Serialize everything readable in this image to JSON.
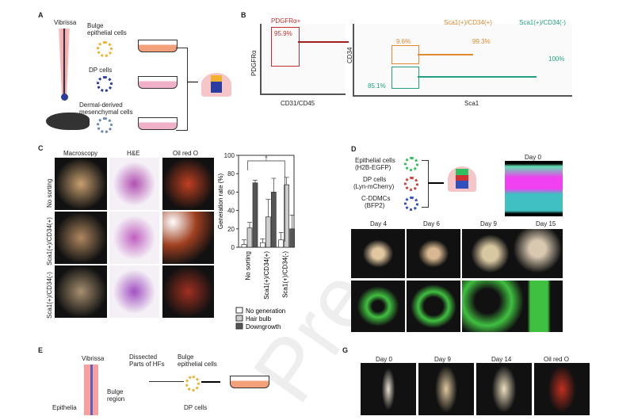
{
  "watermark": "Pre",
  "panelA": {
    "label": "A",
    "vibrissa": "Vibrissa",
    "bulge": [
      "Bulge",
      "epithelial cells"
    ],
    "dp": "DP cells",
    "dermal": [
      "Dermal-derived",
      "mesenchymal cells"
    ]
  },
  "panelB": {
    "label": "B",
    "gate1": "PDGFRα+",
    "pct1": "95.9%",
    "ylabel1": "PDGFRα",
    "xlabel1": "CD31/CD45",
    "ylabel2": "CD34",
    "xlabel2": "Sca1",
    "pctPos": "9.6%",
    "pctNeg": "85.1%",
    "sub1": "Sca1(+)/CD34(+)",
    "sub1pct": "99.3%",
    "sub2": "Sca1(+)/CD34(-)",
    "sub2pct": "100%"
  },
  "panelC": {
    "label": "C",
    "cols": [
      "Macroscopy",
      "H&E",
      "Oil red O"
    ],
    "rows": [
      "No sorting",
      "Sca1(+)/CD34(+)",
      "Sca1(+)/CD34(-)"
    ],
    "sig": "†"
  },
  "chart_data": {
    "type": "bar",
    "ylabel": "Generation rate (%)",
    "ylim": [
      0,
      100
    ],
    "yticks": [
      0,
      20,
      40,
      60,
      80,
      100
    ],
    "categories": [
      "No sorting",
      "Sca1(+)/CD34(+)",
      "Sca1(+)/CD34(-)"
    ],
    "series": [
      {
        "name": "No generation",
        "color": "#ffffff",
        "values": [
          3,
          5,
          8
        ],
        "err": [
          8,
          9,
          16
        ]
      },
      {
        "name": "Hair bulb",
        "color": "#cccccc",
        "values": [
          21,
          33,
          68
        ],
        "err": [
          27,
          52,
          76
        ]
      },
      {
        "name": "Downgrowth",
        "color": "#555555",
        "values": [
          70,
          60,
          20
        ],
        "err": [
          73,
          75,
          35
        ]
      }
    ]
  },
  "panelD": {
    "label": "D",
    "cells": [
      [
        "Epithelial cells",
        "(H2B-EGFP)"
      ],
      [
        "DP cells",
        "(Lyn-mCherry)"
      ],
      [
        "C-DDMCs",
        "(BFP2)"
      ]
    ],
    "day0": "Day 0",
    "days": [
      "Day 4",
      "Day 6",
      "Day 9",
      "Day 15"
    ]
  },
  "panelE": {
    "label": "E",
    "vibrissa": "Vibrissa",
    "dissected": [
      "Dissected",
      "Parts of HFs"
    ],
    "bulgeCells": [
      "Bulge",
      "epithelial cells"
    ],
    "bulgeRegion": [
      "Bulge",
      "region"
    ],
    "epith": "Epithelia",
    "dp": "DP cells"
  },
  "panelG": {
    "label": "G",
    "days": [
      "Day 0",
      "Day 9",
      "Day 14",
      "Oil red O"
    ]
  }
}
